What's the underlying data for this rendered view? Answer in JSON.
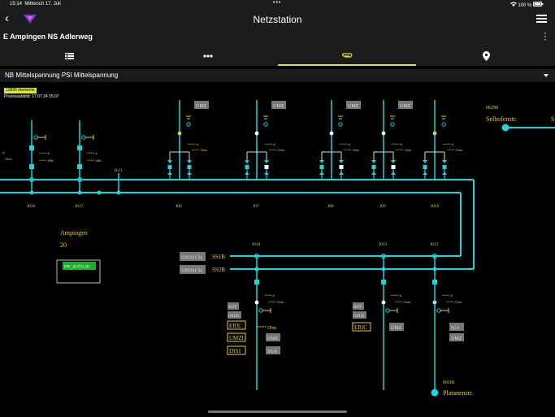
{
  "status_bar": {
    "time": "15:14",
    "date": "Mittwoch 17. Juli",
    "dots": "•••",
    "battery": "100 %"
  },
  "nav": {
    "title": "Netzstation"
  },
  "station": {
    "name": "E Ampingen NS Adlerweg"
  },
  "tabs": [
    {
      "icon": "list-icon"
    },
    {
      "icon": "more-icon"
    },
    {
      "icon": "attachment-icon",
      "active": true
    },
    {
      "icon": "location-pin-icon"
    }
  ],
  "dropdown": {
    "value": "NB Mittelspannung PSI Mittelspannung"
  },
  "meta": {
    "elements": "13865 elements",
    "process_time": "Prozessabbild: 17.07.24 15:07"
  },
  "colors": {
    "bus": "#19d8dc",
    "label": "#e9cc2b",
    "box": "#777777"
  },
  "diagram": {
    "nodes_top": [
      "J016",
      "J017",
      "J06",
      "J07",
      "J08",
      "J09",
      "J010"
    ],
    "node_j123": "J123",
    "nodes_lower": [
      "J014",
      "J013",
      "J012"
    ],
    "bus_labels": [
      "SS1B",
      "SS2B"
    ],
    "erdsch": [
      "ERDSCH",
      "ERDSCH"
    ],
    "station_label": "Ampingen",
    "station_num": "20",
    "fw_label": "FW_AUTO-20.",
    "umz": "UMZ",
    "ohm": "Ohm",
    "mw": "MW",
    "amp": "A",
    "stars": "******",
    "stars_ohm": "****** Ohm",
    "station_id_right": "06298",
    "station_right": "Selhofenstr.",
    "station_right_cut": "S",
    "station_id_bottom": "06181",
    "station_bottom": "Platanenstr.",
    "left_cut": "A",
    "left_cut_ohm": "Ohm",
    "rot": "ROT",
    "gelb": "GELB",
    "eric": "ERIC",
    "umzi": "UMZI",
    "dis1": "DIS1",
    "sua": "SUA",
    "s1a": "S1A"
  }
}
